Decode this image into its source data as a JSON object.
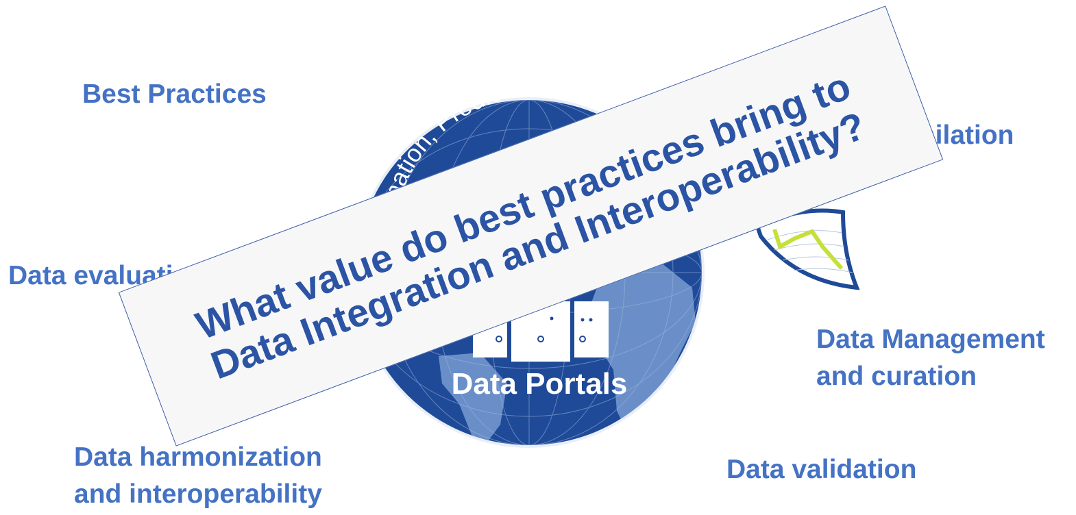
{
  "labels": {
    "best_practices": "Best Practices",
    "assimilation": "milation",
    "data_evaluation": "Data evaluatio",
    "data_management_1": "Data Management",
    "data_management_2": "and curation",
    "data_harmonization_1": "Data harmonization",
    "data_harmonization_2": "and interoperability",
    "data_validation": "Data validation"
  },
  "globe": {
    "arc_text": "mination, Predicti",
    "portal_label": "Data Portals"
  },
  "banner": {
    "line1": "What value do best practices bring to",
    "line2": "Data Integration and Interoperability?"
  },
  "colors": {
    "label_blue": "#4472c4",
    "globe_dark": "#1f4a98",
    "globe_light": "#6a8fc8",
    "banner_text": "#2c54a4",
    "banner_bg": "#f7f7f8",
    "accent_green": "#c5e03a"
  },
  "icons": [
    "globe-icon",
    "server-rack-icon",
    "chart-shield-icon"
  ]
}
